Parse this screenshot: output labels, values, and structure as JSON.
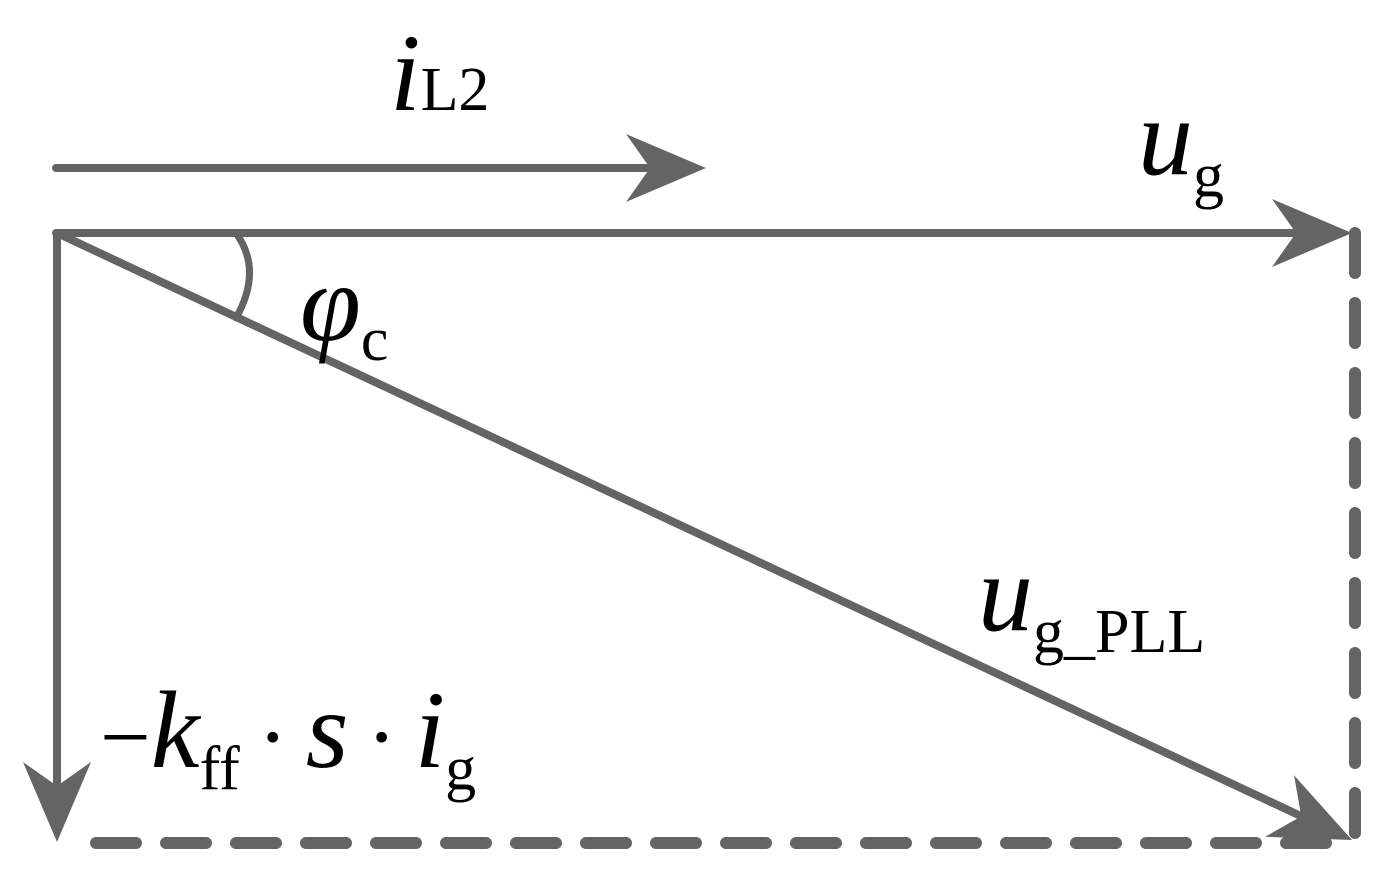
{
  "colors": {
    "stroke": "#646464",
    "text": "#000000",
    "background": "#ffffff"
  },
  "labels": {
    "iL2": {
      "main": "i",
      "sub": "L2"
    },
    "ug": {
      "main": "u",
      "sub": "g"
    },
    "phic": {
      "main": "φ",
      "sub": "c"
    },
    "ugpll": {
      "main": "u",
      "sub": "g_PLL"
    },
    "feed": {
      "minus": "−",
      "k": "k",
      "k_sub": "ff",
      "dot1": "·",
      "s": "s",
      "dot2": "·",
      "i": "i",
      "i_sub": "g"
    }
  }
}
